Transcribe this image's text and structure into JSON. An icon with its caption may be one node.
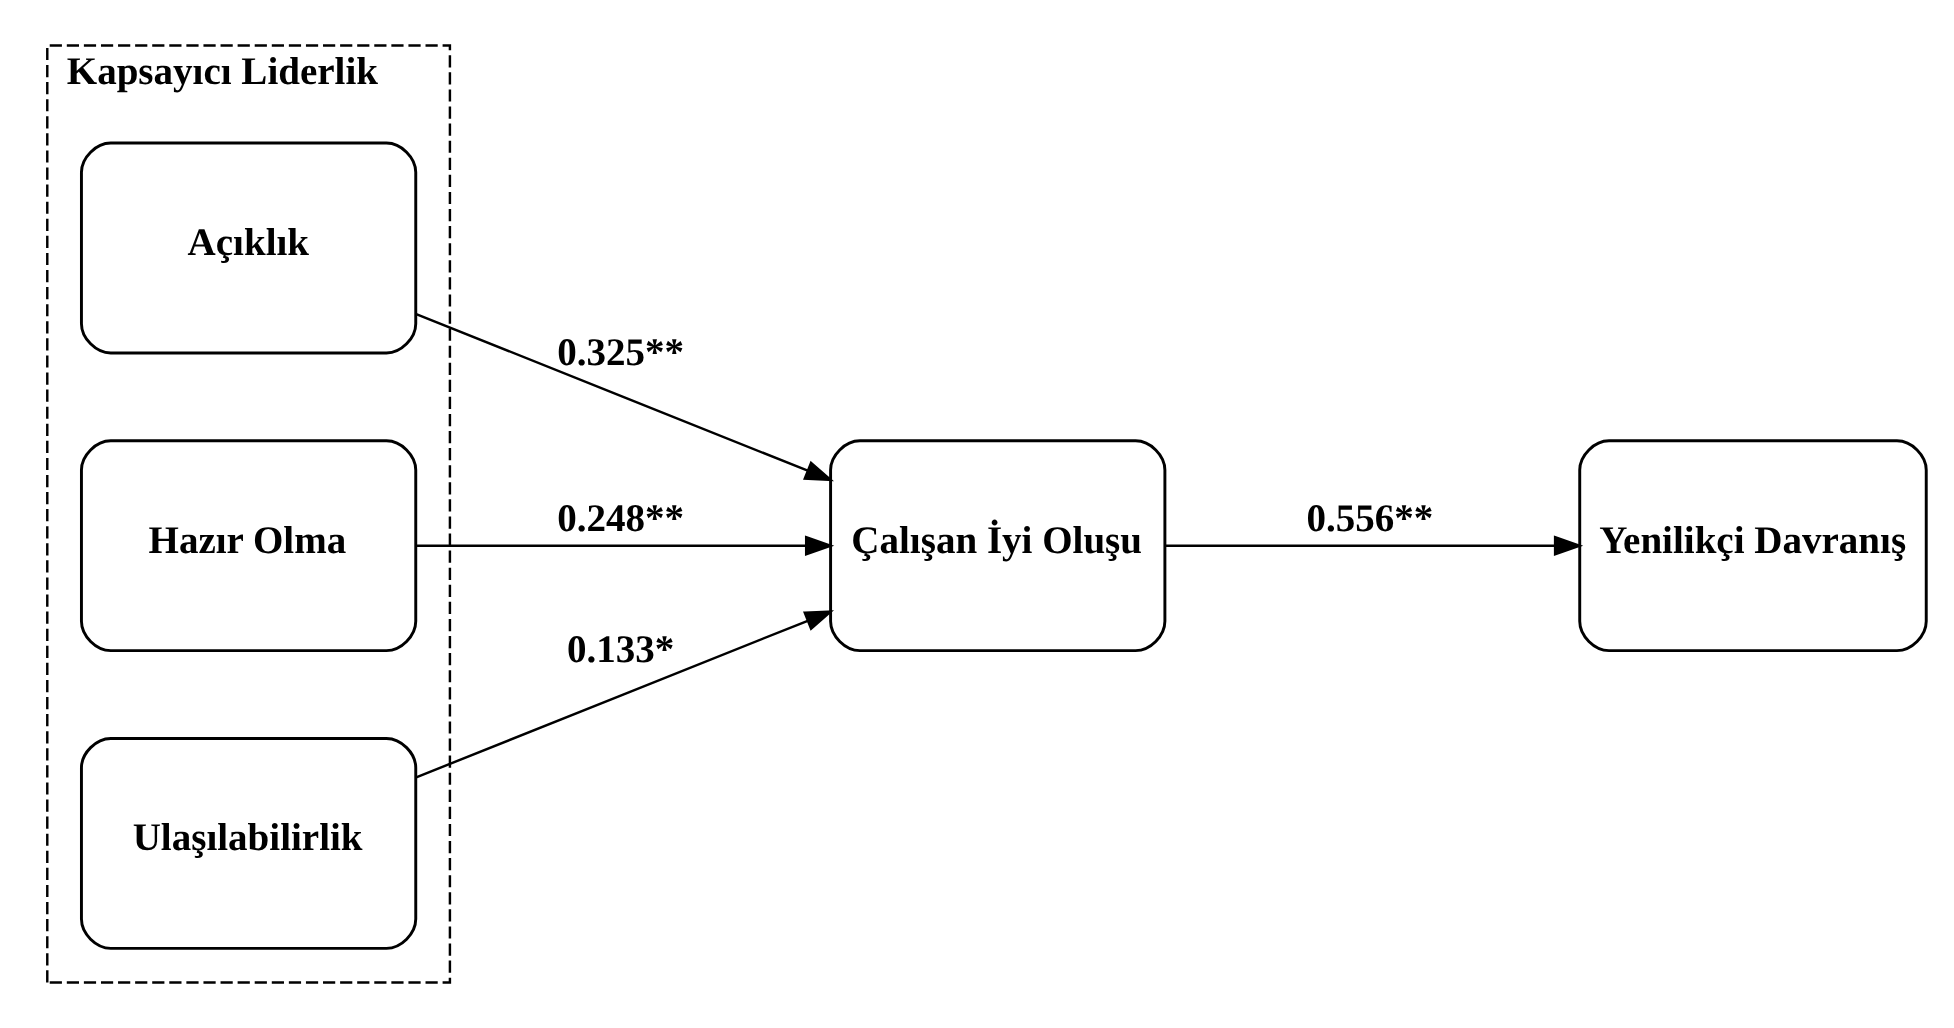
{
  "diagram": {
    "nodes": [
      {
        "text": [
          "Kapsayıcı Liderlik"
        ]
      },
      {
        "text": [
          "Açıklık"
        ],
        "in": 0
      },
      {
        "text": [
          "Hazır Olma"
        ],
        "in": 0
      },
      {
        "text": [
          "Ulaşılabilirlik"
        ],
        "in": 0
      },
      {
        "text": [
          "Çalışan İyi Oluşu"
        ]
      },
      {
        "text": [
          "Yenilikçi Davranış"
        ]
      }
    ],
    "edges": [
      {
        "from": 1,
        "to": 4,
        "arrow": "to",
        "label": "0.325**"
      },
      {
        "from": 2,
        "to": 4,
        "arrow": "to",
        "label": "0.248**"
      },
      {
        "from": 3,
        "to": 4,
        "arrow": "to",
        "label": "0.133*"
      },
      {
        "from": 4,
        "to": 5,
        "arrow": "to",
        "label": "0.556**"
      }
    ]
  }
}
